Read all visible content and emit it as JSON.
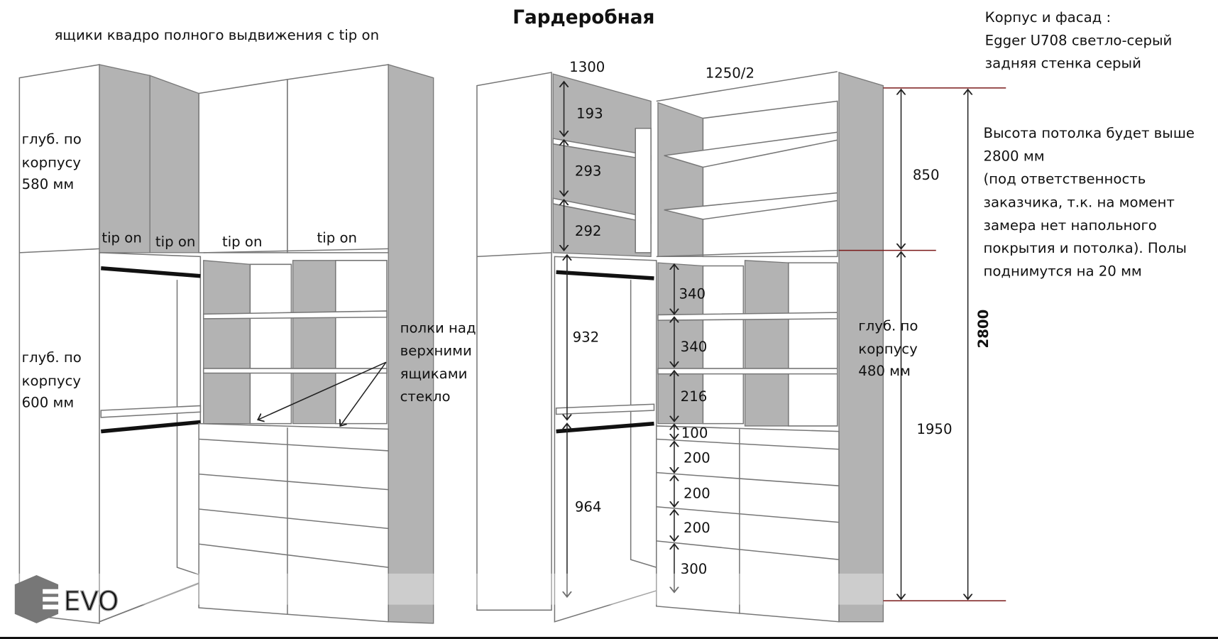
{
  "title": "Гардеробная",
  "subtitle_left": "ящики квадро полного выдвижения с tip on",
  "left_cabinet": {
    "depth_upper": [
      "глуб. по",
      "корпусу",
      "580 мм"
    ],
    "depth_lower": [
      "глуб. по",
      "корпусу",
      "600 мм"
    ],
    "tip_on_labels": [
      "tip on",
      "tip on",
      "tip on",
      "tip on"
    ],
    "shelf_note": [
      "полки над",
      "верхними",
      "ящиками",
      "стекло"
    ]
  },
  "right_cabinet": {
    "width_left": "1300",
    "width_right": "1250/2",
    "left_column_dims": [
      "193",
      "293",
      "292",
      "932",
      "964"
    ],
    "middle_column_dims": [
      "340",
      "340",
      "216",
      "100",
      "200",
      "200",
      "200",
      "300"
    ],
    "height_dims": [
      "850",
      "1950"
    ],
    "total_height": "2800",
    "depth": [
      "глуб. по",
      "корпусу",
      "480 мм"
    ]
  },
  "material_note": [
    "Корпус и фасад :",
    "Egger U708 светло-серый",
    "задняя стенка серый"
  ],
  "ceiling_note": [
    "Высота потолка будет выше",
    "2800 мм",
    "(под ответственность",
    "заказчика, т.к. на  момент",
    "замера нет напольного",
    "покрытия и потолка). Полы",
    "поднимутся на 20 мм"
  ],
  "logo": "EVO",
  "colors": {
    "panel_gray": "#b3b3b3",
    "line": "#777777",
    "dimension_red": "#7a1a1a"
  }
}
